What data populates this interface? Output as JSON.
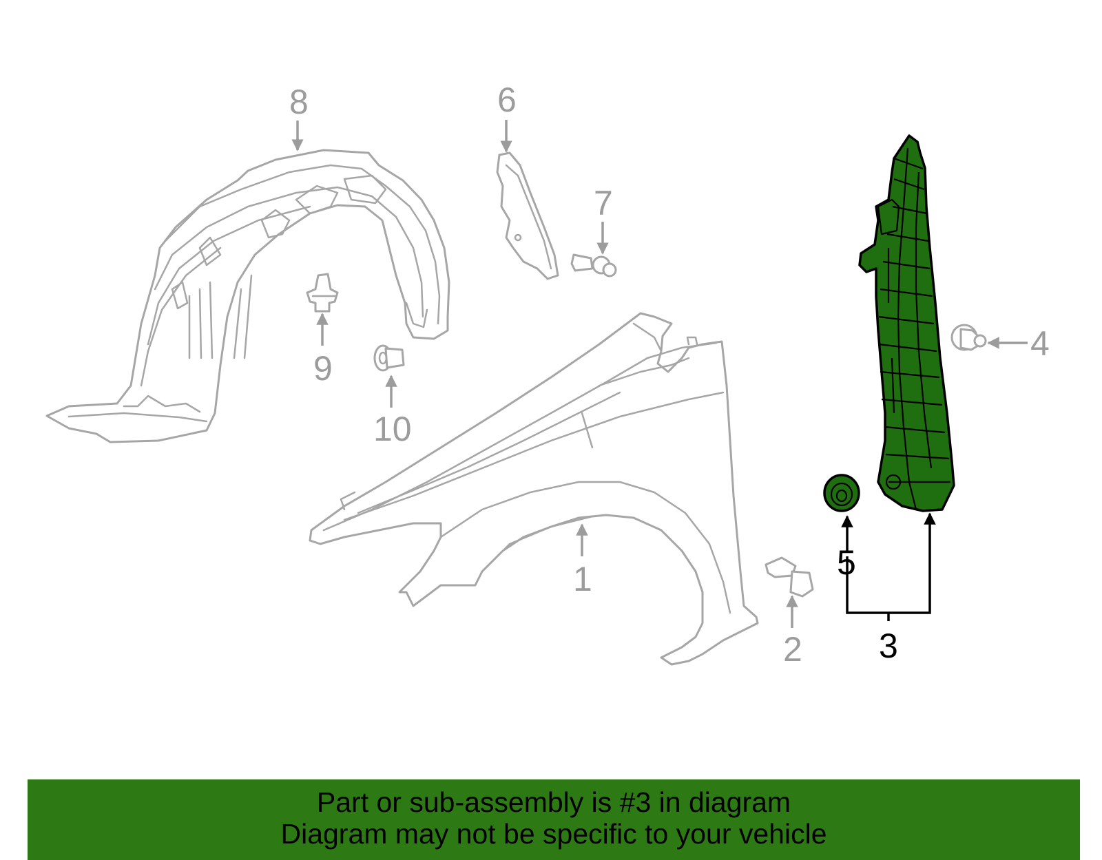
{
  "callouts": [
    {
      "id": "1",
      "label": "1",
      "highlighted": false
    },
    {
      "id": "2",
      "label": "2",
      "highlighted": false
    },
    {
      "id": "3",
      "label": "3",
      "highlighted": true
    },
    {
      "id": "4",
      "label": "4",
      "highlighted": false
    },
    {
      "id": "5",
      "label": "5",
      "highlighted": true
    },
    {
      "id": "6",
      "label": "6",
      "highlighted": false
    },
    {
      "id": "7",
      "label": "7",
      "highlighted": false
    },
    {
      "id": "8",
      "label": "8",
      "highlighted": false
    },
    {
      "id": "9",
      "label": "9",
      "highlighted": false
    },
    {
      "id": "10",
      "label": "10",
      "highlighted": false
    }
  ],
  "banner": {
    "line1": "Part or sub-assembly is #3 in diagram",
    "line2": "Diagram may not be specific to your vehicle"
  },
  "colors": {
    "highlight_fill": "#1f6e0f",
    "banner_background": "#2d7a14",
    "part_outline": "#a6a6a6",
    "callout_grey": "#9c9c9c",
    "callout_black": "#000000"
  }
}
